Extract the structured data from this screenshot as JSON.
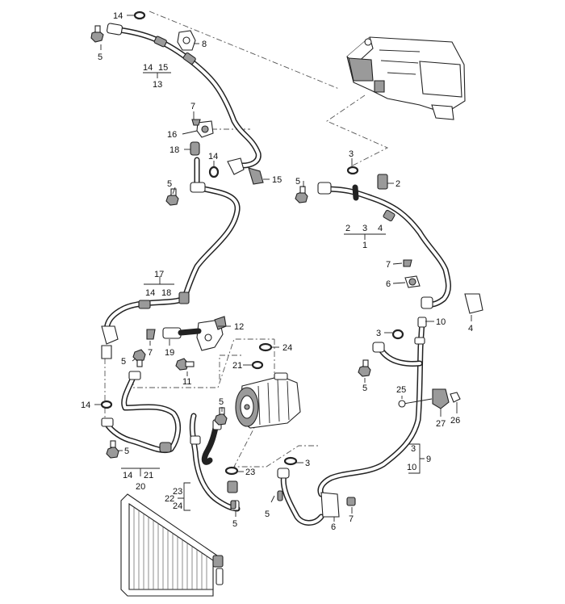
{
  "callouts": [
    {
      "id": "c14a",
      "text": "14"
    },
    {
      "id": "c5a",
      "text": "5"
    },
    {
      "id": "c8",
      "text": "8"
    },
    {
      "id": "c14b",
      "text": "14"
    },
    {
      "id": "c15a",
      "text": "15"
    },
    {
      "id": "c13",
      "text": "13"
    },
    {
      "id": "c7a",
      "text": "7"
    },
    {
      "id": "c16",
      "text": "16"
    },
    {
      "id": "c18a",
      "text": "18"
    },
    {
      "id": "c14c",
      "text": "14"
    },
    {
      "id": "c15b",
      "text": "15"
    },
    {
      "id": "c5b",
      "text": "5"
    },
    {
      "id": "c3a",
      "text": "3"
    },
    {
      "id": "c5c",
      "text": "5"
    },
    {
      "id": "c2a",
      "text": "2"
    },
    {
      "id": "c2b",
      "text": "2"
    },
    {
      "id": "c3b",
      "text": "3"
    },
    {
      "id": "c4a",
      "text": "4"
    },
    {
      "id": "c1",
      "text": "1"
    },
    {
      "id": "c7b",
      "text": "7"
    },
    {
      "id": "c6a",
      "text": "6"
    },
    {
      "id": "c4b",
      "text": "4"
    },
    {
      "id": "c17",
      "text": "17"
    },
    {
      "id": "c14d",
      "text": "14"
    },
    {
      "id": "c18b",
      "text": "18"
    },
    {
      "id": "c12",
      "text": "12"
    },
    {
      "id": "c7c",
      "text": "7"
    },
    {
      "id": "c19",
      "text": "19"
    },
    {
      "id": "c3c",
      "text": "3"
    },
    {
      "id": "c10a",
      "text": "10"
    },
    {
      "id": "c24a",
      "text": "24"
    },
    {
      "id": "c5d",
      "text": "5"
    },
    {
      "id": "c21a",
      "text": "21"
    },
    {
      "id": "c11",
      "text": "11"
    },
    {
      "id": "c5e",
      "text": "5"
    },
    {
      "id": "c25",
      "text": "25"
    },
    {
      "id": "c14e",
      "text": "14"
    },
    {
      "id": "c5f",
      "text": "5"
    },
    {
      "id": "c27",
      "text": "27"
    },
    {
      "id": "c26",
      "text": "26"
    },
    {
      "id": "c5g",
      "text": "5"
    },
    {
      "id": "c3d",
      "text": "3"
    },
    {
      "id": "c9",
      "text": "9"
    },
    {
      "id": "c10b",
      "text": "10"
    },
    {
      "id": "c14f",
      "text": "14"
    },
    {
      "id": "c21b",
      "text": "21"
    },
    {
      "id": "c23a",
      "text": "23"
    },
    {
      "id": "c3e",
      "text": "3"
    },
    {
      "id": "c20",
      "text": "20"
    },
    {
      "id": "c22",
      "text": "22"
    },
    {
      "id": "c23b",
      "text": "23"
    },
    {
      "id": "c24b",
      "text": "24"
    },
    {
      "id": "c5h",
      "text": "5"
    },
    {
      "id": "c5i",
      "text": "5"
    },
    {
      "id": "c6b",
      "text": "6"
    },
    {
      "id": "c7d",
      "text": "7"
    }
  ]
}
